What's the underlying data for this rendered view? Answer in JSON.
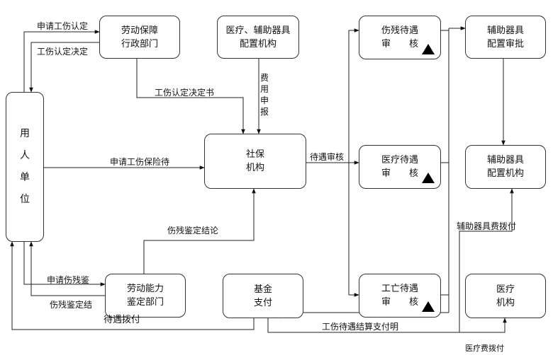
{
  "nodes": {
    "employer": [
      "用",
      "人",
      "单",
      "位"
    ],
    "labor_admin": [
      "劳动保障",
      "行政部门"
    ],
    "medical_device_org": [
      "医疗、辅助器具",
      "配置机构"
    ],
    "social_security": [
      "社保",
      "机构"
    ],
    "disability_review": [
      "伤残待遇",
      "审　　核"
    ],
    "medical_review": [
      "医疗待遇",
      "审　　核"
    ],
    "death_review": [
      "工亡待遇",
      "审　　核"
    ],
    "device_approval": [
      "辅助器具",
      "配置审批"
    ],
    "device_org": [
      "辅助器具",
      "配置机构"
    ],
    "capacity_dept": [
      "劳动能力",
      "鉴定部门"
    ],
    "fund_payment": [
      "基金",
      "支付"
    ],
    "medical_org": [
      "医疗",
      "机构"
    ]
  },
  "edges": {
    "apply_injury": "申请工伤认定",
    "injury_decision": "工伤认定决定",
    "injury_decision_doc": "工伤认定决定书",
    "expense_report": [
      "费",
      "用",
      "申",
      "报"
    ],
    "apply_insurance": "申请工伤保险待",
    "benefit_review": "待遇审核",
    "disability_conclusion": "伤残鉴定结论",
    "apply_disability": "申请伤残鉴",
    "disability_result": "伤残鉴定结",
    "benefit_disbursement": "待遇拨付",
    "settlement_statement": "工伤待遇结算支付明",
    "device_fee_disbursement": "辅助器具费拨付",
    "medical_fee_disbursement": "医疗费拨付"
  }
}
